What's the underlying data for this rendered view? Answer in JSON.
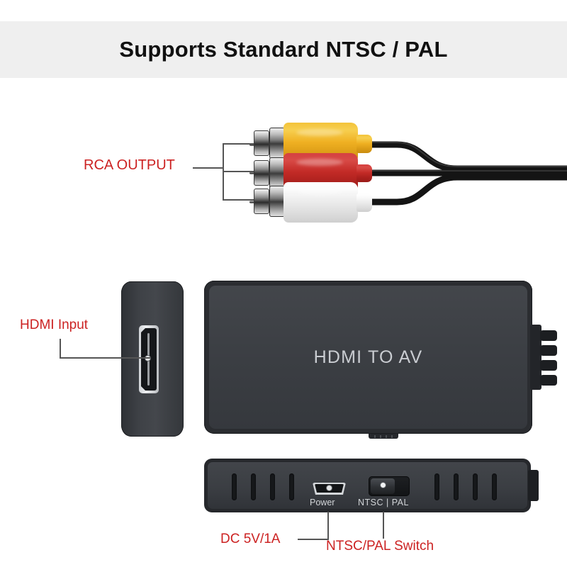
{
  "banner": {
    "title": "Supports Standard NTSC / PAL"
  },
  "callouts": {
    "rca_output": "RCA OUTPUT",
    "hdmi_input": "HDMI Input",
    "dc_power": "DC 5V/1A",
    "ntsc_pal_switch": "NTSC/PAL Switch"
  },
  "device": {
    "body_label": "HDMI TO AV",
    "port_labels": {
      "power": "Power",
      "mode": "NTSC  |  PAL"
    }
  },
  "rca_plugs": [
    {
      "name": "video",
      "color": "#efb022",
      "color_name": "yellow"
    },
    {
      "name": "audio-right",
      "color": "#c22a26",
      "color_name": "red"
    },
    {
      "name": "audio-left",
      "color": "#ececec",
      "color_name": "white"
    }
  ],
  "colors": {
    "callout_red": "#cc2222",
    "banner_bg": "#efefef",
    "page_bg": "#ffffff",
    "device_dark": "#2b2d31",
    "device_face": "#3c3f44",
    "device_text": "#c9ccd1",
    "leader_line": "#555555"
  }
}
